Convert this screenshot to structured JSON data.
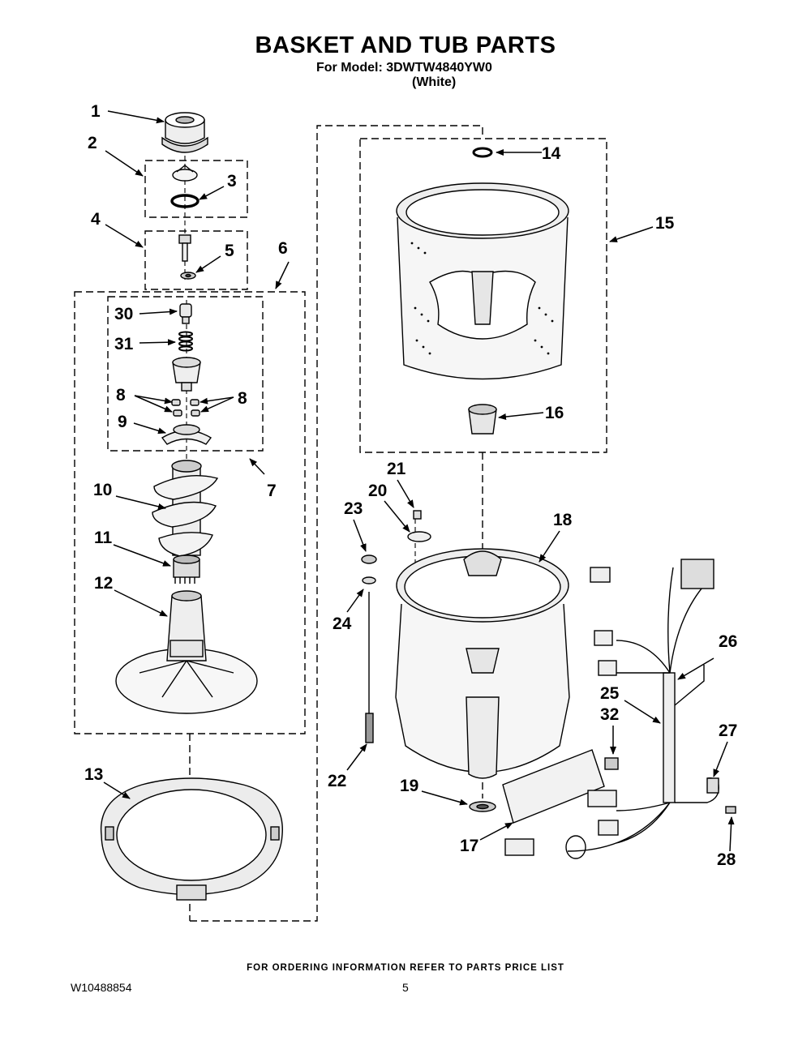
{
  "header": {
    "title": "BASKET AND TUB PARTS",
    "model_line": "For Model: 3DWTW4840YW0",
    "color_line": "(White)"
  },
  "callouts": {
    "c1": "1",
    "c2": "2",
    "c3": "3",
    "c4": "4",
    "c5": "5",
    "c6": "6",
    "c7": "7",
    "c8a": "8",
    "c8b": "8",
    "c9": "9",
    "c10": "10",
    "c11": "11",
    "c12": "12",
    "c13": "13",
    "c14": "14",
    "c15": "15",
    "c16": "16",
    "c17": "17",
    "c18": "18",
    "c19": "19",
    "c20": "20",
    "c21": "21",
    "c22": "22",
    "c23": "23",
    "c24": "24",
    "c25": "25",
    "c26": "26",
    "c27": "27",
    "c28": "28",
    "c30": "30",
    "c31": "31",
    "c32": "32"
  },
  "footer": {
    "ordering_note": "FOR ORDERING INFORMATION REFER TO PARTS PRICE LIST",
    "document_number": "W10488854",
    "page_number": "5"
  }
}
